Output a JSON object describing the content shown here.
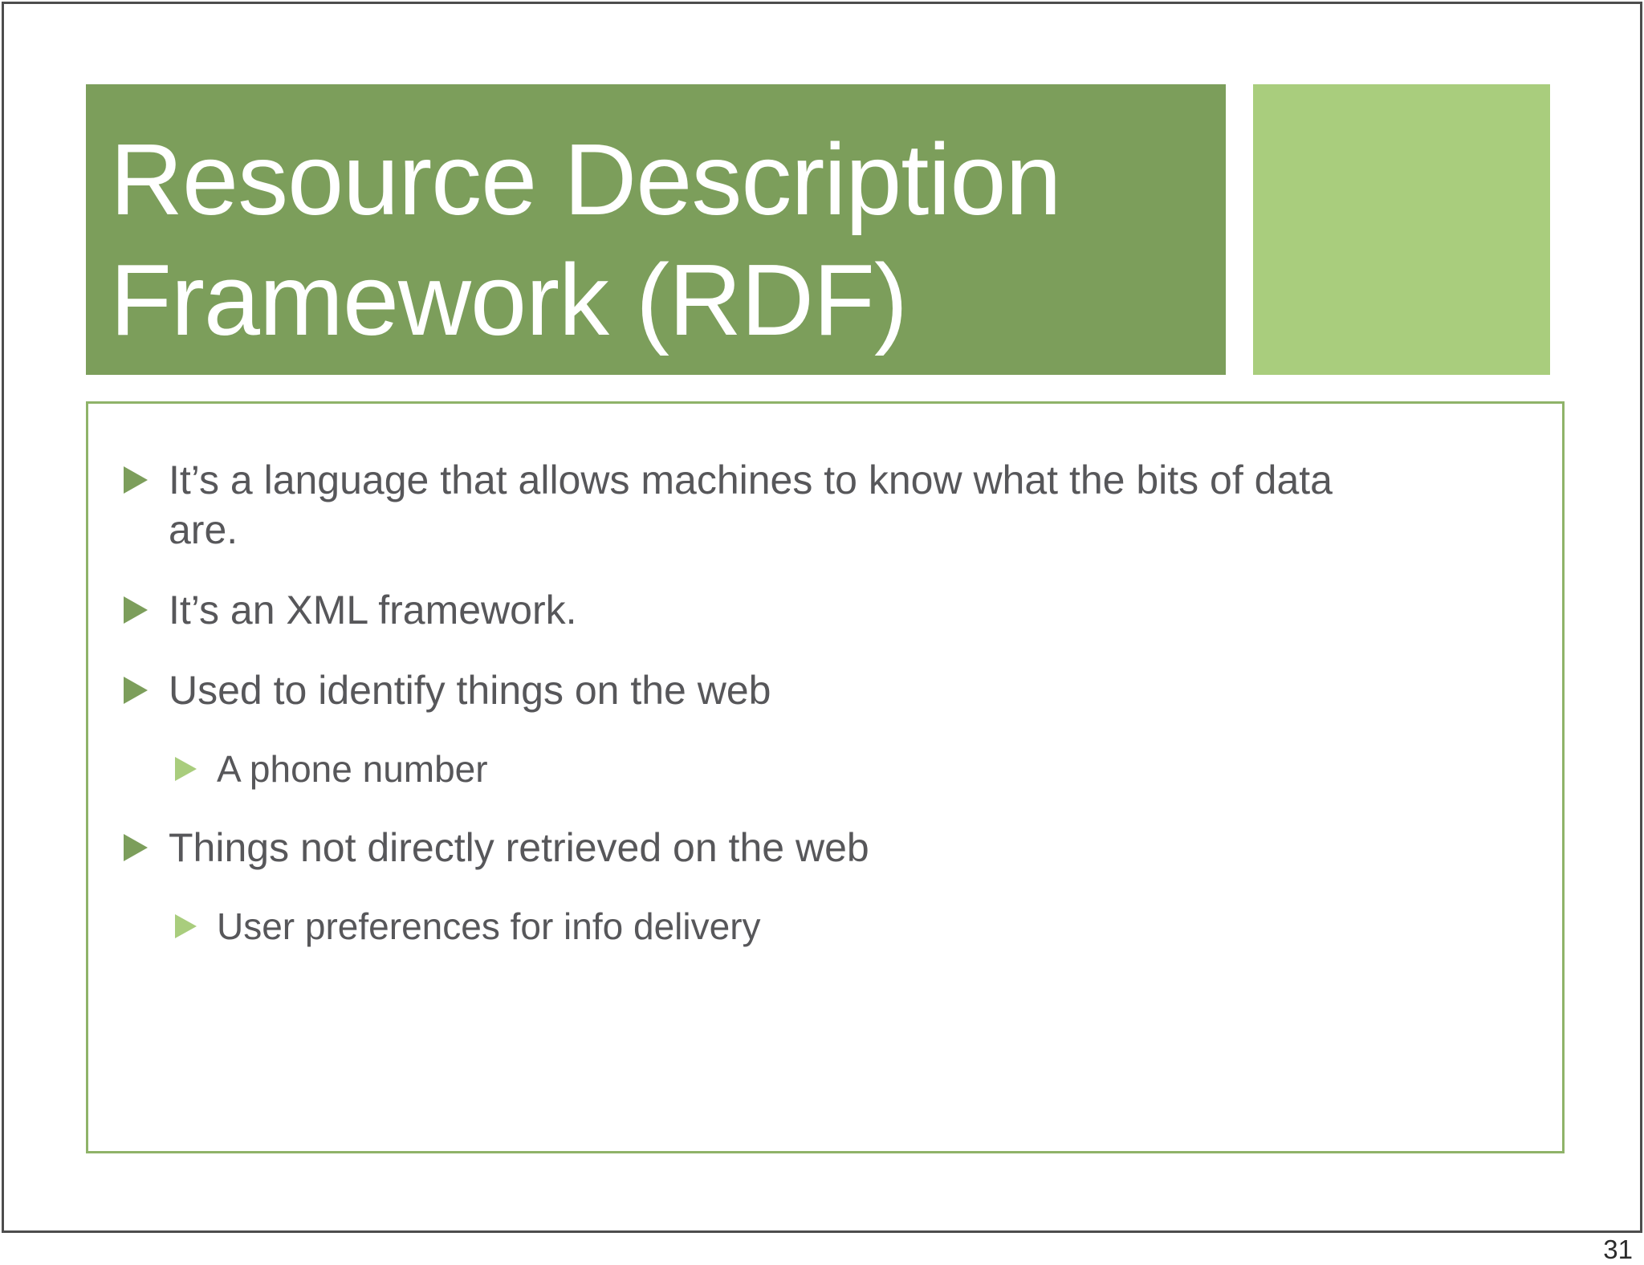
{
  "slide": {
    "title": "Resource Description Framework (RDF)",
    "bullets": [
      {
        "level": 1,
        "text": "It’s a language that allows machines to know what the bits of data are."
      },
      {
        "level": 1,
        "text": "It’s an XML framework."
      },
      {
        "level": 1,
        "text": "Used to identify things on the web"
      },
      {
        "level": 2,
        "text": "A phone number"
      },
      {
        "level": 1,
        "text": "Things not directly retrieved on the web"
      },
      {
        "level": 2,
        "text": "User preferences for info delivery"
      }
    ],
    "page_number": "31",
    "colors": {
      "title_green": "#7c9e5b",
      "accent_light_green": "#a9cd7d",
      "content_border_green": "#8fb369",
      "body_text_gray": "#57575a",
      "frame_gray": "#4d4d4d"
    }
  }
}
